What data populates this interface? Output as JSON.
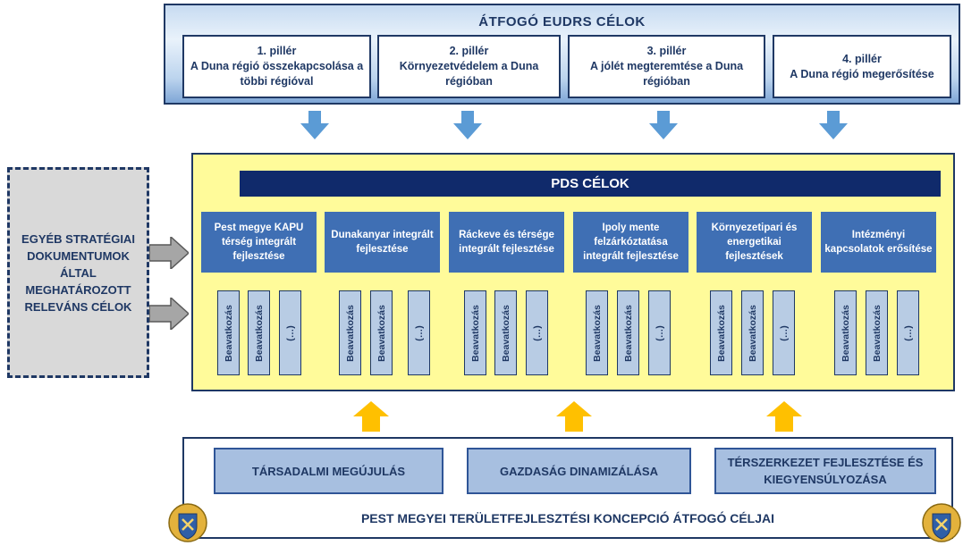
{
  "eudrs": {
    "title": "ÁTFOGÓ EUDRS CÉLOK",
    "pillars": [
      {
        "text": "1. pillér\nA Duna régió összekapcsolása a többi régióval"
      },
      {
        "text": "2. pillér\nKörnyezetvédelem a Duna régióban"
      },
      {
        "text": "3. pillér\nA jólét megteremtése a Duna régióban"
      },
      {
        "text": "4. pillér\nA Duna régió megerősítése"
      }
    ]
  },
  "side_box": {
    "text": "EGYÉB STRATÉGIAI DOKUMENTUMOK ÁLTAL MEGHATÁROZOTT RELEVÁNS CÉLOK"
  },
  "pds": {
    "title": "PDS CÉLOK",
    "goals": [
      {
        "label": "Pest megye KAPU térség integrált fejlesztése"
      },
      {
        "label": "Dunakanyar integrált fejlesztése"
      },
      {
        "label": "Ráckeve és térsége integrált fejlesztése"
      },
      {
        "label": "Ipoly mente felzárkóztatása integrált fejlesztése"
      },
      {
        "label": "Környezetipari és energetikai fejlesztések"
      },
      {
        "label": "Intézményi kapcsolatok erősítése"
      }
    ],
    "intervention_label": "Beavatkozás",
    "more_label": "(…)"
  },
  "concept": {
    "title": "PEST MEGYEI TERÜLETFEJLESZTÉSI KONCEPCIÓ ÁTFOGÓ CÉLJAI",
    "goals": [
      {
        "label": "TÁRSADALMI MEGÚJULÁS"
      },
      {
        "label": "GAZDASÁG DINAMIZÁLÁSA"
      },
      {
        "label": "TÉRSZERKEZET FEJLESZTÉSE ÉS KIEGYENSÚLYOZÁSA"
      }
    ]
  },
  "colors": {
    "navy": "#1f3864",
    "goal_blue": "#3f6fb4",
    "pds_yellow": "#fffb9a",
    "down_arrow": "#5b9bd5",
    "up_arrow": "#ffc000",
    "side_arrow": "#a6a6a6"
  },
  "icons": [
    "down-arrow-icon",
    "up-arrow-icon",
    "right-arrow-icon",
    "county-crest-icon"
  ]
}
